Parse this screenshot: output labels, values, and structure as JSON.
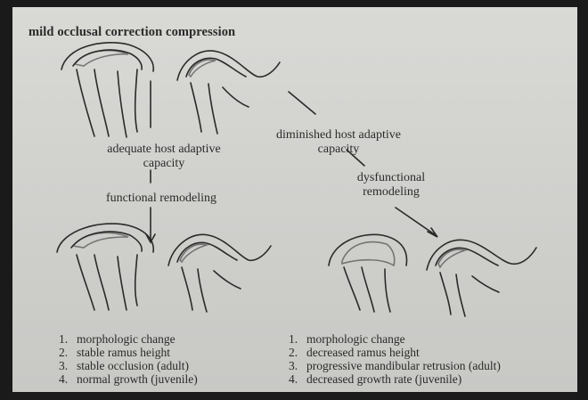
{
  "title": "mild occlusal correction compression",
  "left_branch": {
    "label_line1": "adequate host adaptive",
    "label_line2": "capacity",
    "process": "functional remodeling"
  },
  "right_branch": {
    "label_line1": "diminished host adaptive",
    "label_line2": "capacity",
    "process_line1": "dysfunctional",
    "process_line2": "remodeling"
  },
  "left_outcomes": [
    {
      "num": "1.",
      "text": "morphologic change"
    },
    {
      "num": "2.",
      "text": "stable ramus height"
    },
    {
      "num": "3.",
      "text": "stable occlusion (adult)"
    },
    {
      "num": "4.",
      "text": "normal growth (juvenile)"
    }
  ],
  "right_outcomes": [
    {
      "num": "1.",
      "text": "morphologic change"
    },
    {
      "num": "2.",
      "text": "decreased ramus height"
    },
    {
      "num": "3.",
      "text": "progressive mandibular retrusion (adult)"
    },
    {
      "num": "4.",
      "text": "decreased growth rate (juvenile)"
    }
  ]
}
